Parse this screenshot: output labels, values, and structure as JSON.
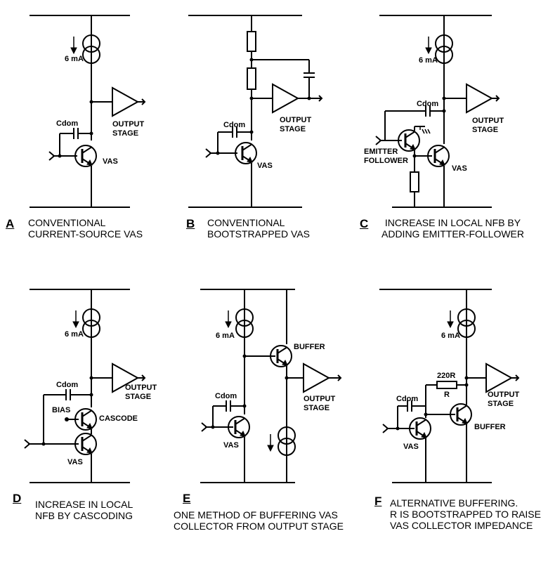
{
  "panels": {
    "A": {
      "letter": "A",
      "caption": [
        "CONVENTIONAL",
        "CURRENT-SOURCE VAS"
      ],
      "current": "6 mA",
      "cdom": "Cdom",
      "output": [
        "OUTPUT",
        "STAGE"
      ],
      "vas": "VAS"
    },
    "B": {
      "letter": "B",
      "caption": [
        "CONVENTIONAL",
        "BOOTSTRAPPED VAS"
      ],
      "cdom": "Cdom",
      "output": [
        "OUTPUT",
        "STAGE"
      ],
      "vas": "VAS"
    },
    "C": {
      "letter": "C",
      "caption": [
        "INCREASE IN LOCAL NFB BY",
        "ADDING EMITTER-FOLLOWER"
      ],
      "current": "6 mA",
      "cdom": "Cdom",
      "output": [
        "OUTPUT",
        "STAGE"
      ],
      "follower": [
        "EMITTER",
        "FOLLOWER"
      ],
      "vas": "VAS"
    },
    "D": {
      "letter": "D",
      "caption": [
        "INCREASE IN LOCAL",
        "NFB BY CASCODING"
      ],
      "current": "6 mA",
      "cdom": "Cdom",
      "output": [
        "OUTPUT",
        "STAGE"
      ],
      "bias": "BIAS",
      "cascode": "CASCODE",
      "vas": "VAS"
    },
    "E": {
      "letter": "E",
      "caption": [
        "ONE METHOD OF BUFFERING VAS",
        "COLLECTOR FROM OUTPUT STAGE"
      ],
      "current": "6 mA",
      "cdom": "Cdom",
      "buffer": "BUFFER",
      "output": [
        "OUTPUT",
        "STAGE"
      ],
      "vas": "VAS"
    },
    "F": {
      "letter": "F",
      "caption": [
        "ALTERNATIVE BUFFERING.",
        "R IS BOOTSTRAPPED TO RAISE",
        "VAS COLLECTOR IMPEDANCE"
      ],
      "current": "6 mA",
      "resistor_value": "220R",
      "resistor_name": "R",
      "cdom": "Cdom",
      "output": [
        "OUTPUT",
        "STAGE"
      ],
      "buffer": "BUFFER",
      "vas": "VAS"
    }
  }
}
